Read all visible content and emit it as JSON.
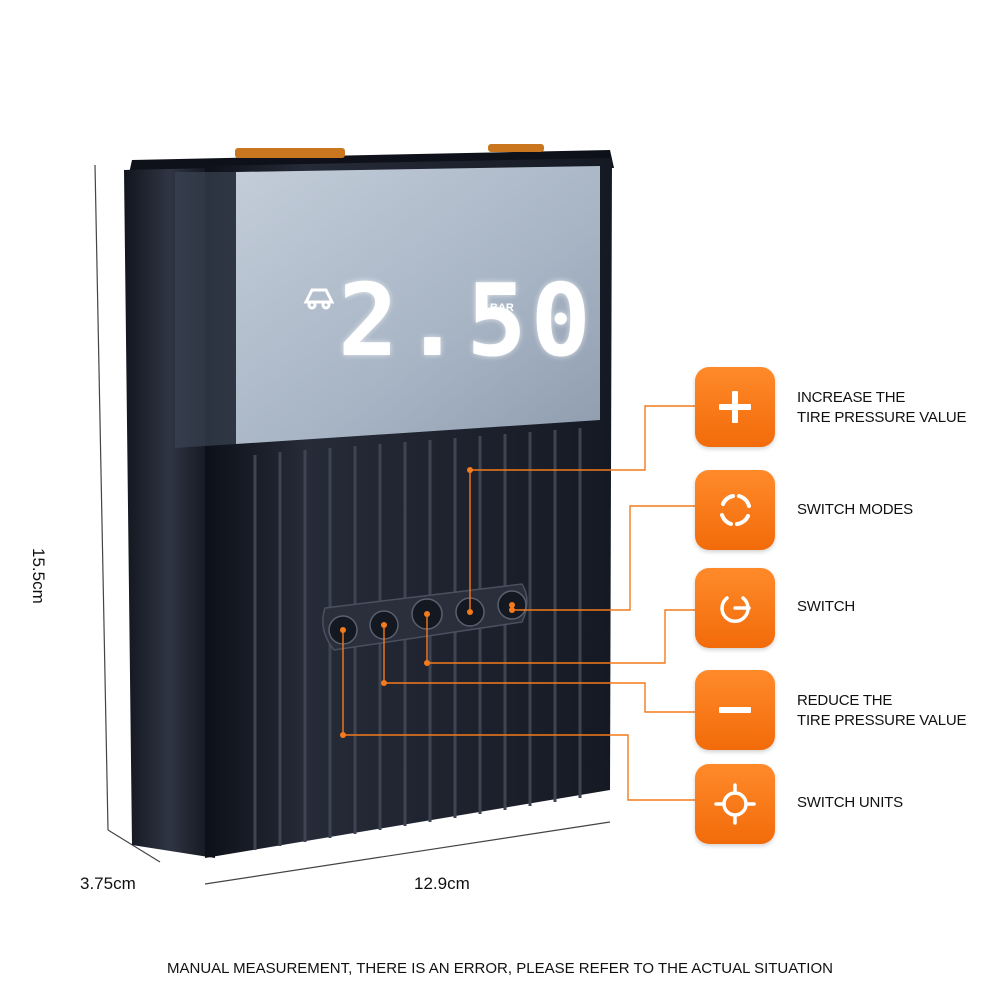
{
  "dimensions": {
    "height": "15.5cm",
    "depth": "3.75cm",
    "width": "12.9cm"
  },
  "display": {
    "value": "2.50",
    "unit": "BAR",
    "mode_icon": "car-icon"
  },
  "features": [
    {
      "icon": "plus-icon",
      "lines": [
        "INCREASE THE",
        "TIRE PRESSURE VALUE"
      ]
    },
    {
      "icon": "mode-cycle-icon",
      "lines": [
        "SWITCH MODES"
      ]
    },
    {
      "icon": "power-icon",
      "lines": [
        "SWITCH"
      ]
    },
    {
      "icon": "minus-icon",
      "lines": [
        "REDUCE THE",
        "TIRE PRESSURE VALUE"
      ]
    },
    {
      "icon": "crosshair-icon",
      "lines": [
        "SWITCH UNITS"
      ]
    }
  ],
  "footer": {
    "note": "MANUAL MEASUREMENT, THERE IS AN ERROR, PLEASE REFER TO THE ACTUAL SITUATION"
  },
  "colors": {
    "accent": "#f47a1c",
    "device_body": "#1b1f2a",
    "lcd_screen": "#a9b6c6"
  }
}
